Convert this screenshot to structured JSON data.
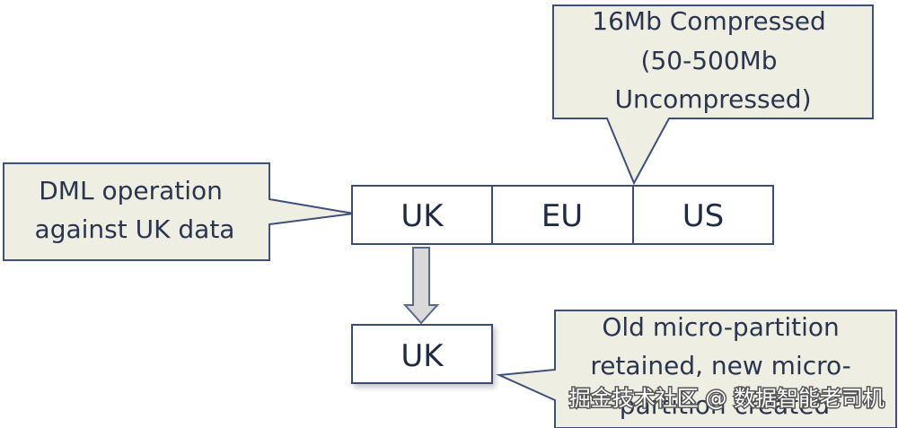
{
  "callouts": {
    "compression": {
      "line1": "16Mb Compressed",
      "line2": "(50-500Mb",
      "line3": "Uncompressed)"
    },
    "dml": {
      "line1": "DML operation",
      "line2": "against UK data"
    },
    "retained": {
      "line1": "Old micro-partition",
      "line2": "retained, new micro-",
      "line3": "partition created"
    }
  },
  "partitions": [
    {
      "label": "UK"
    },
    {
      "label": "EU"
    },
    {
      "label": "US"
    }
  ],
  "new_partition": {
    "label": "UK"
  },
  "watermark": "掘金技术社区 @ 数据智能老司机",
  "colors": {
    "callout_fill": "#eeeee2",
    "callout_border": "#3d4f7a",
    "box_fill": "#ffffff",
    "box_border": "#3a4c78",
    "arrow_fill": "#d9d9d9",
    "arrow_border": "#5a6a8a",
    "text": "#2a3550"
  }
}
